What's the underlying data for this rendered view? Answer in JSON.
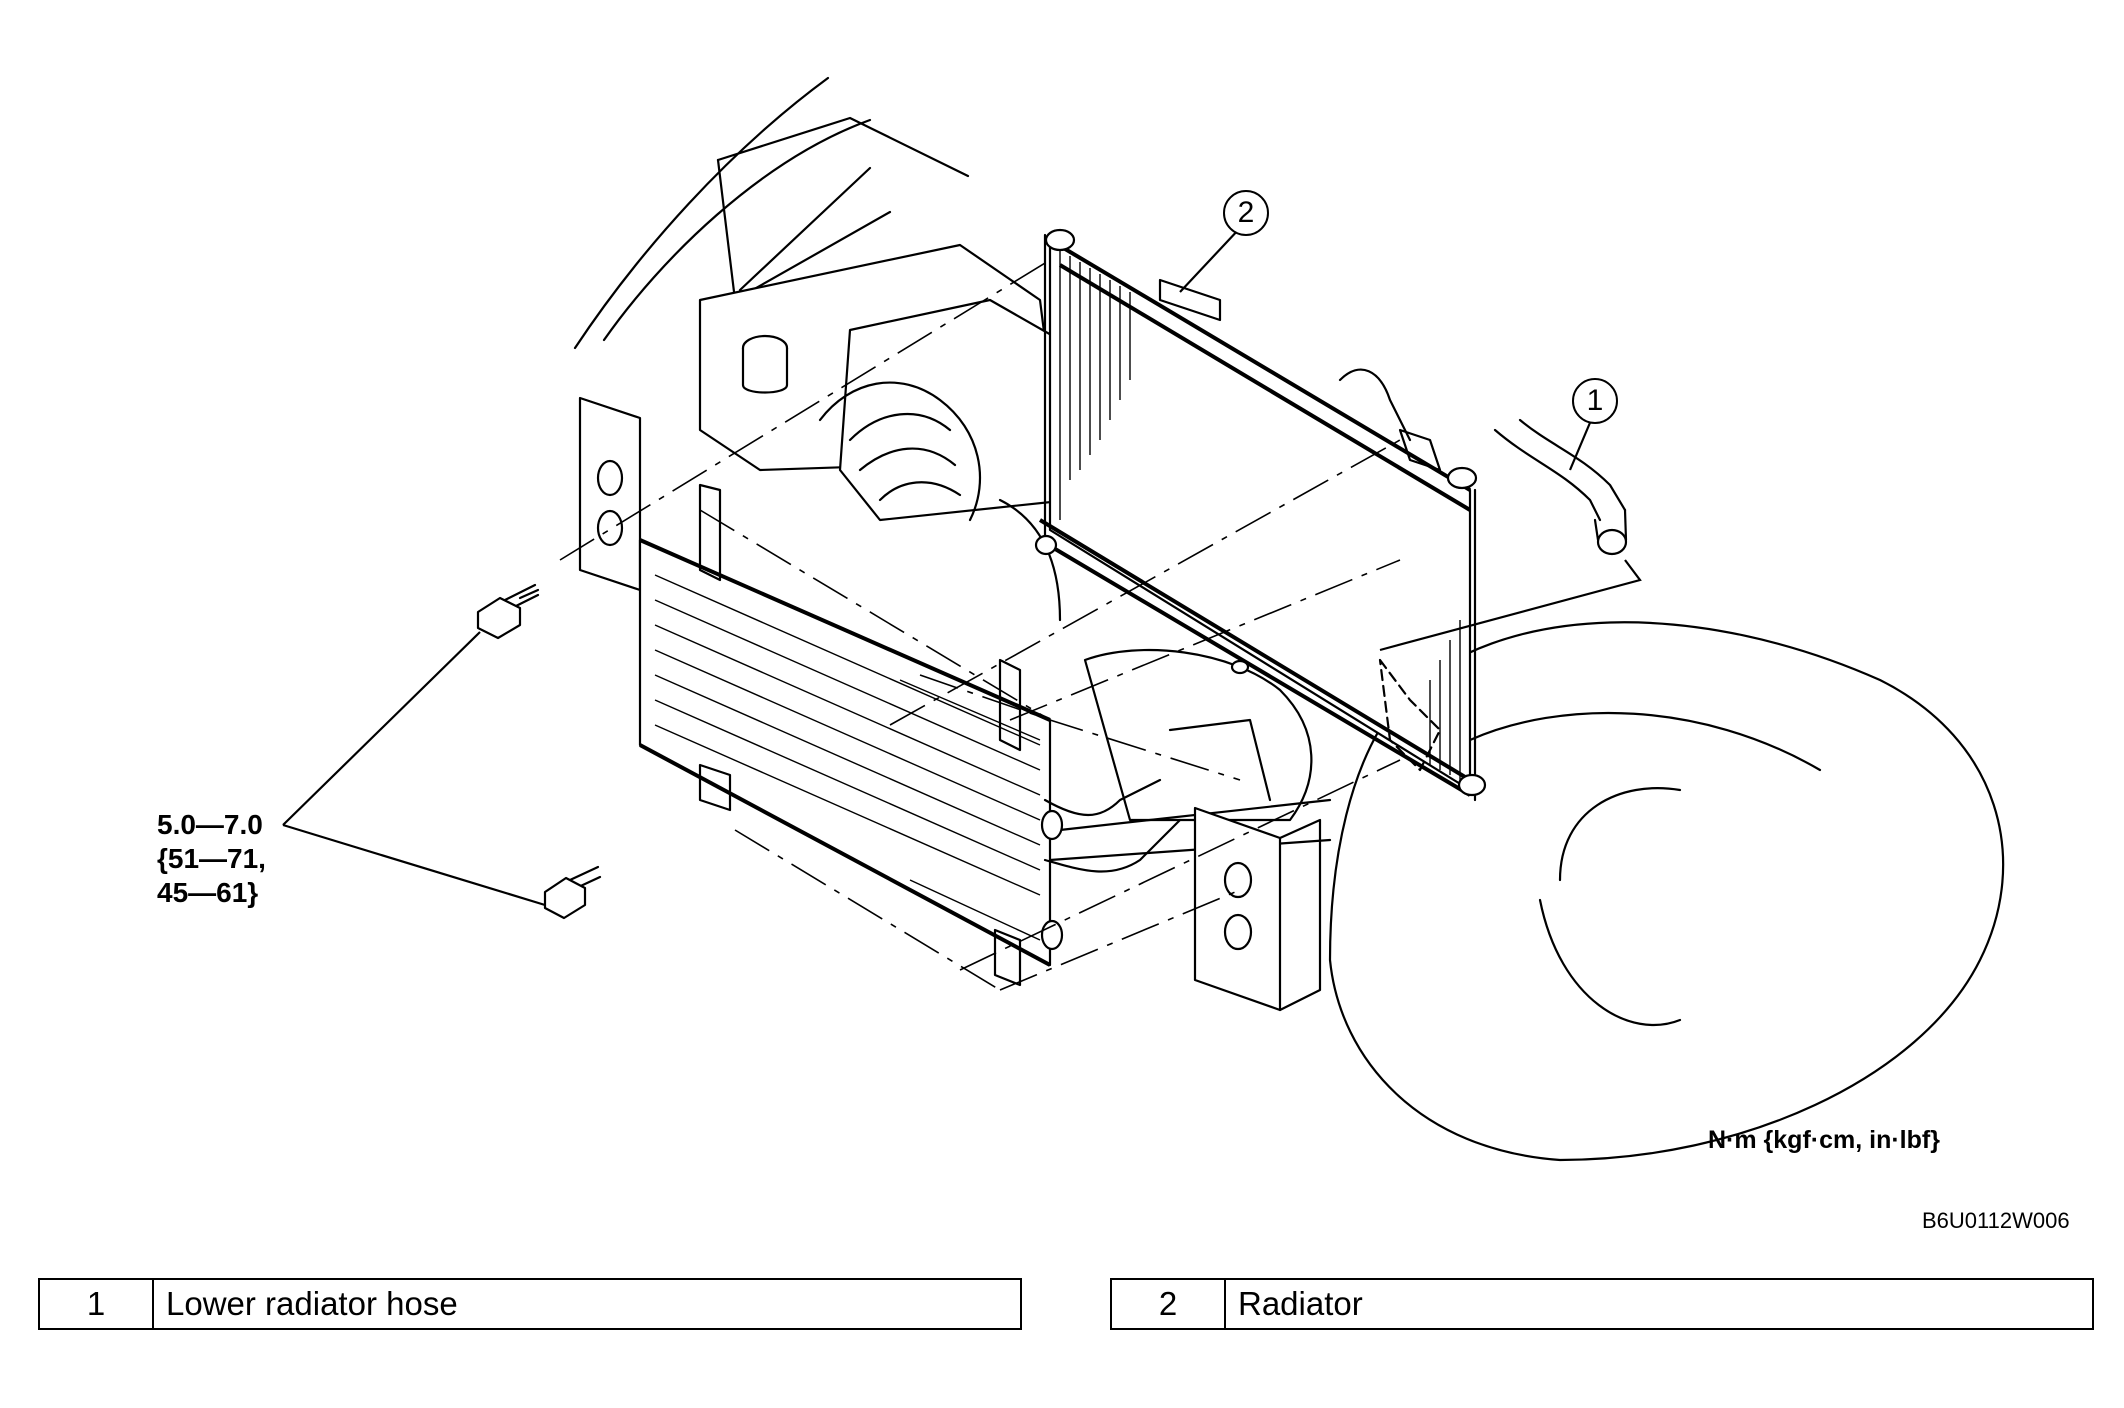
{
  "callouts": [
    {
      "id": "1",
      "label": "1"
    },
    {
      "id": "2",
      "label": "2"
    }
  ],
  "torque_spec": {
    "line1": "5.0—7.0",
    "line2": "{51—71,",
    "line3": "45—61}"
  },
  "units_label": "N·m {kgf·cm, in·lbf}",
  "figure_code": "B6U0112W006",
  "legend": [
    {
      "number": "1",
      "description": "Lower radiator hose"
    },
    {
      "number": "2",
      "description": "Radiator"
    }
  ]
}
